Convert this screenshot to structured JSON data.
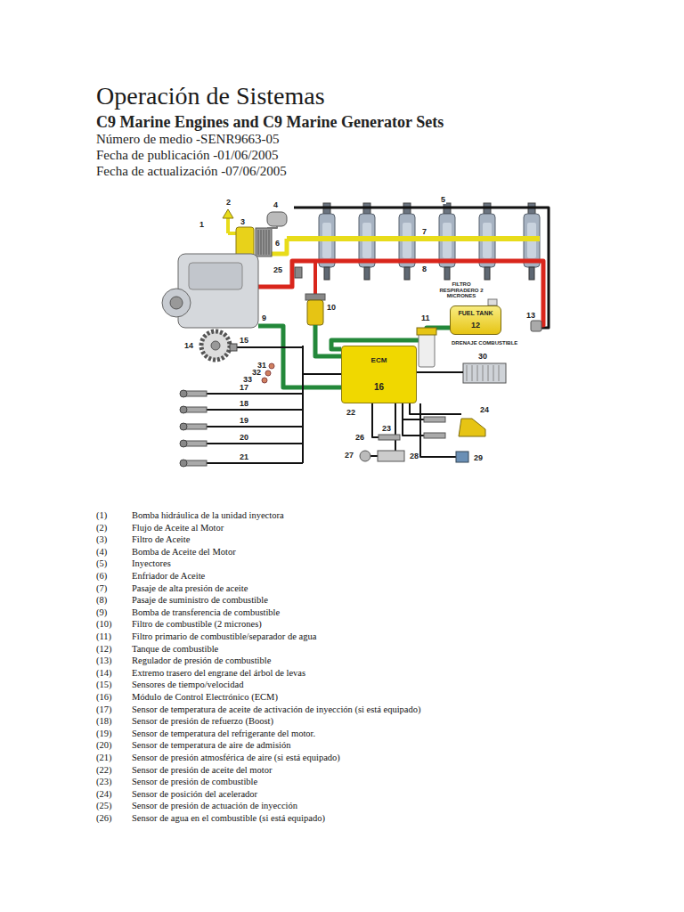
{
  "diagram": {
    "title": "Operación de Sistemas",
    "nodes": [
      {
        "text": [
          "FUEL TANK",
          "12"
        ]
      },
      {
        "text": [
          "ECM",
          "16"
        ]
      }
    ],
    "labels": [
      "C9 Marine Engines and C9 Marine Generator Sets",
      "Número de medio -SENR9663-05",
      "Fecha de publicación -01/06/2005",
      "Fecha de actualización -07/06/2005",
      "1",
      "2",
      "3",
      "4",
      "5",
      "6",
      "7",
      "8",
      "9",
      "10",
      "11",
      "13",
      "14",
      "15",
      "17",
      "18",
      "19",
      "20",
      "21",
      "22",
      "23",
      "24",
      "25",
      "26",
      "27",
      "28",
      "29",
      "30",
      "31",
      "32",
      "33",
      "FILTRO RESPIRADERO 2 MICRONES",
      "DRENAJE COMBUSTIBLE",
      "(1)",
      "Bomba hidráulica de la unidad inyectora",
      "(2)",
      "Flujo de Aceite al Motor",
      "(3)",
      "Filtro de Aceite",
      "(4)",
      "Bomba de Aceite del Motor",
      "(5)",
      "Inyectores",
      "(6)",
      "Enfriador de Aceite",
      "(7)",
      "Pasaje de alta presión de aceite",
      "(8)",
      "Pasaje de suministro de combustible",
      "(9)",
      "Bomba de transferencia de combustible",
      "(10)",
      "Filtro de combustible (2 micrones)",
      "(11)",
      "Filtro primario de combustible/separador de agua",
      "(12)",
      "Tanque de combustible",
      "(13)",
      "Regulador de presión de combustible",
      "(14)",
      "Extremo trasero del engrane del árbol de levas",
      "(15)",
      "Sensores de tiempo/velocidad",
      "(16)",
      "Módulo de Control Electrónico (ECM)",
      "(17)",
      "Sensor de temperatura de aceite de activación de inyección (si está equipado)",
      "(18)",
      "Sensor de presión de refuerzo (Boost)",
      "(19)",
      "Sensor de temperatura del refrigerante del motor.",
      "(20)",
      "Sensor de temperatura de aire de admisión",
      "(21)",
      "Sensor de presión atmosférica de aire (si está equipado)",
      "(22)",
      "Sensor de presión de aceite del motor",
      "(23)",
      "Sensor de presión de combustible",
      "(24)",
      "Sensor de posición del acelerador",
      "(25)",
      "Sensor de presión de actuación de inyección",
      "(26)",
      "Sensor de agua en el combustible (si está equipado)"
    ]
  }
}
